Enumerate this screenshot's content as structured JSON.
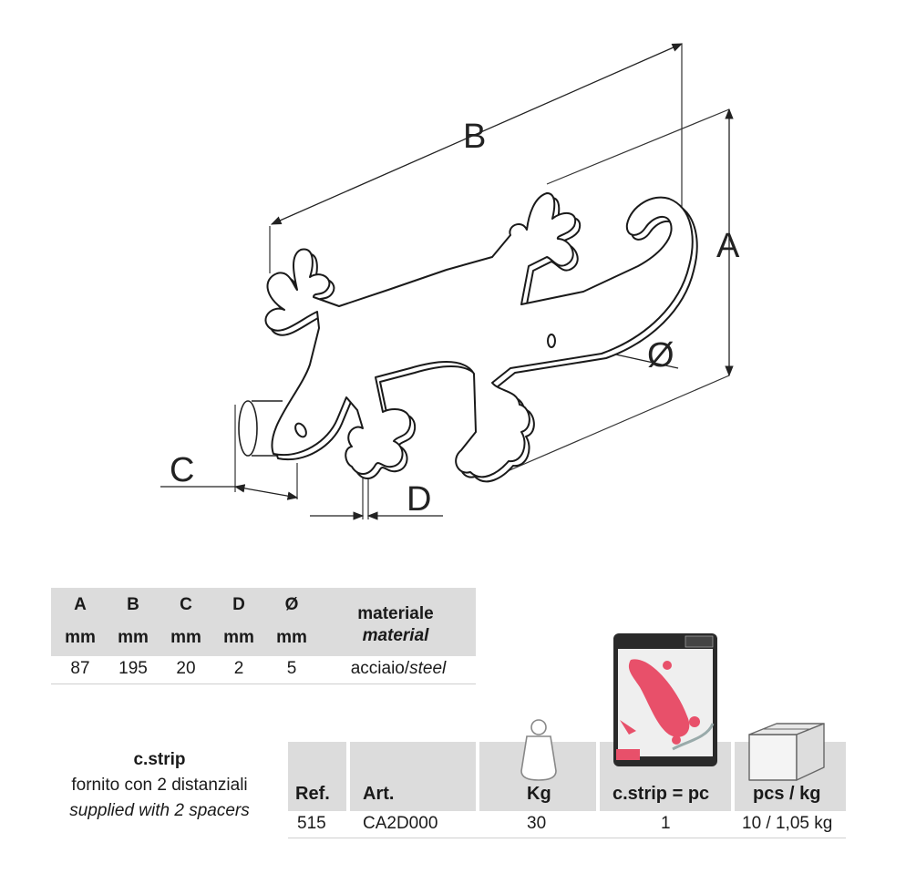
{
  "drawing": {
    "labels": {
      "a": "A",
      "b": "B",
      "c": "C",
      "d": "D",
      "diameter": "Ø"
    }
  },
  "spec_table": {
    "columns": [
      {
        "letter": "A",
        "unit": "mm",
        "value": "87"
      },
      {
        "letter": "B",
        "unit": "mm",
        "value": "195"
      },
      {
        "letter": "C",
        "unit": "mm",
        "value": "20"
      },
      {
        "letter": "D",
        "unit": "mm",
        "value": "2"
      },
      {
        "letter": "Ø",
        "unit": "mm",
        "value": "5"
      }
    ],
    "material_header_it": "materiale",
    "material_header_en": "material",
    "material_value_it": "acciaio/",
    "material_value_en": "steel"
  },
  "packaging": {
    "title": "c.strip",
    "desc_it": "fornito con 2 distanziali",
    "desc_en": "supplied with 2 spacers",
    "headers": {
      "ref": "Ref.",
      "art": "Art.",
      "kg": "Kg",
      "cstrip": "c.strip = pc",
      "pcs": "pcs / kg"
    },
    "row": {
      "ref": "515",
      "art": "CA2D000",
      "kg": "30",
      "cstrip": "1",
      "pcs": "10 / 1,05 kg"
    }
  },
  "colors": {
    "header_bg": "#dcdcdc",
    "gecko_red": "#e8506a",
    "card_dark": "#2a2a2a"
  },
  "icons": [
    "weight-icon",
    "product-card-icon",
    "box-icon"
  ]
}
